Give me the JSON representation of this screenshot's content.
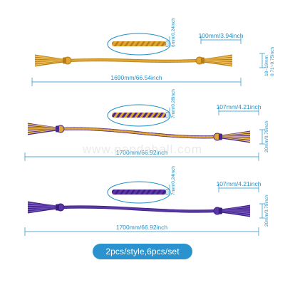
{
  "items": [
    {
      "length": "1690mm/66.54inch",
      "cord_diameter": "6mm/0.24inch",
      "tassel_length": "100mm/3.94inch",
      "tassel_width": "18~19mm\n0.71~0.75inch",
      "colors": {
        "main": "#e0a531",
        "dark": "#b57c17",
        "light": "#f6cf72"
      }
    },
    {
      "length": "1700mm/66.92inch",
      "cord_diameter": "7mm/0.28inch",
      "tassel_length": "107mm/4.21inch",
      "tassel_width": "20mm/0.79inch",
      "colors": {
        "main": "#e0a531",
        "dark": "#4a2a8c",
        "light": "#f6cf72"
      }
    },
    {
      "length": "1700mm/66.92inch",
      "cord_diameter": "7mm/0.24inch",
      "tassel_length": "107mm/4.21inch",
      "tassel_width": "20mm/0.79inch",
      "colors": {
        "main": "#5a35a8",
        "dark": "#3a1f7e",
        "light": "#8a6ad0"
      }
    }
  ],
  "footer": {
    "text": "2pcs/style,6pcs/set"
  },
  "watermark": "www.pandahall.com",
  "accent_color": "#1e8fc6"
}
